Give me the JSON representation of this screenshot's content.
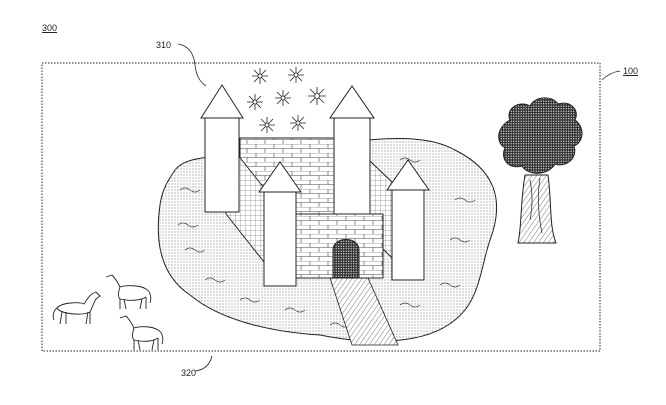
{
  "figure": {
    "label_300": "300",
    "label_310": "310",
    "label_100": "100",
    "label_320": "320"
  },
  "drawing": {
    "elements": [
      "castle-icon",
      "moat-island",
      "tree-icon",
      "horse-icon",
      "horse-icon",
      "horse-icon",
      "firework-icon",
      "drawbridge-path"
    ],
    "ink_color": "#222222",
    "background_color": "#ffffff"
  }
}
